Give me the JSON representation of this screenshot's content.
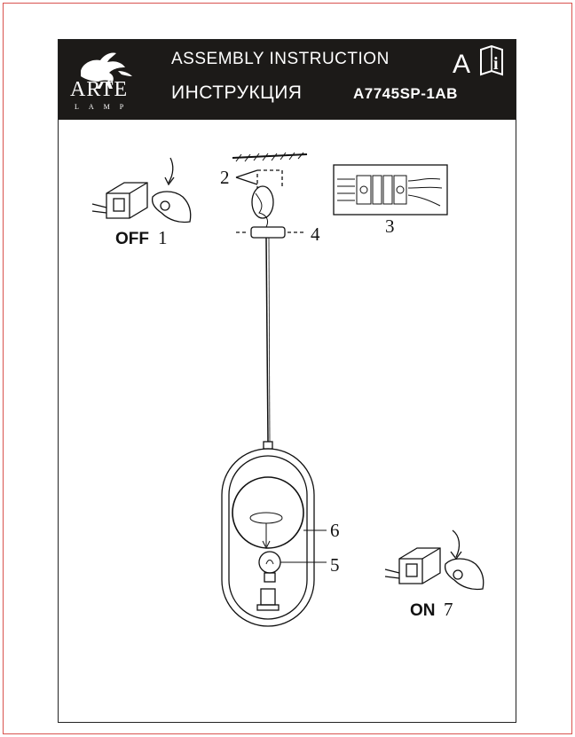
{
  "header": {
    "brand": "ARTE",
    "brand_sub": "LAMP",
    "title_en": "ASSEMBLY INSTRUCTION",
    "title_ru": "ИНСТРУКЦИЯ",
    "model": "A7745SP-1AB",
    "doc_icon_letter": "A",
    "doc_icon_info": "i"
  },
  "steps": {
    "off_label": "OFF",
    "off_num": "1",
    "wires_num": "2",
    "terminal_num": "3",
    "canopy_num": "4",
    "bulb_num": "5",
    "shade_num": "6",
    "on_label": "ON",
    "on_num": "7"
  },
  "icons": [
    "griffin-logo-icon",
    "book-info-icon",
    "switch-box-icon",
    "hand-icon",
    "rotate-arrow-icon",
    "terminal-block-icon",
    "bulb-icon",
    "glass-globe-icon"
  ]
}
